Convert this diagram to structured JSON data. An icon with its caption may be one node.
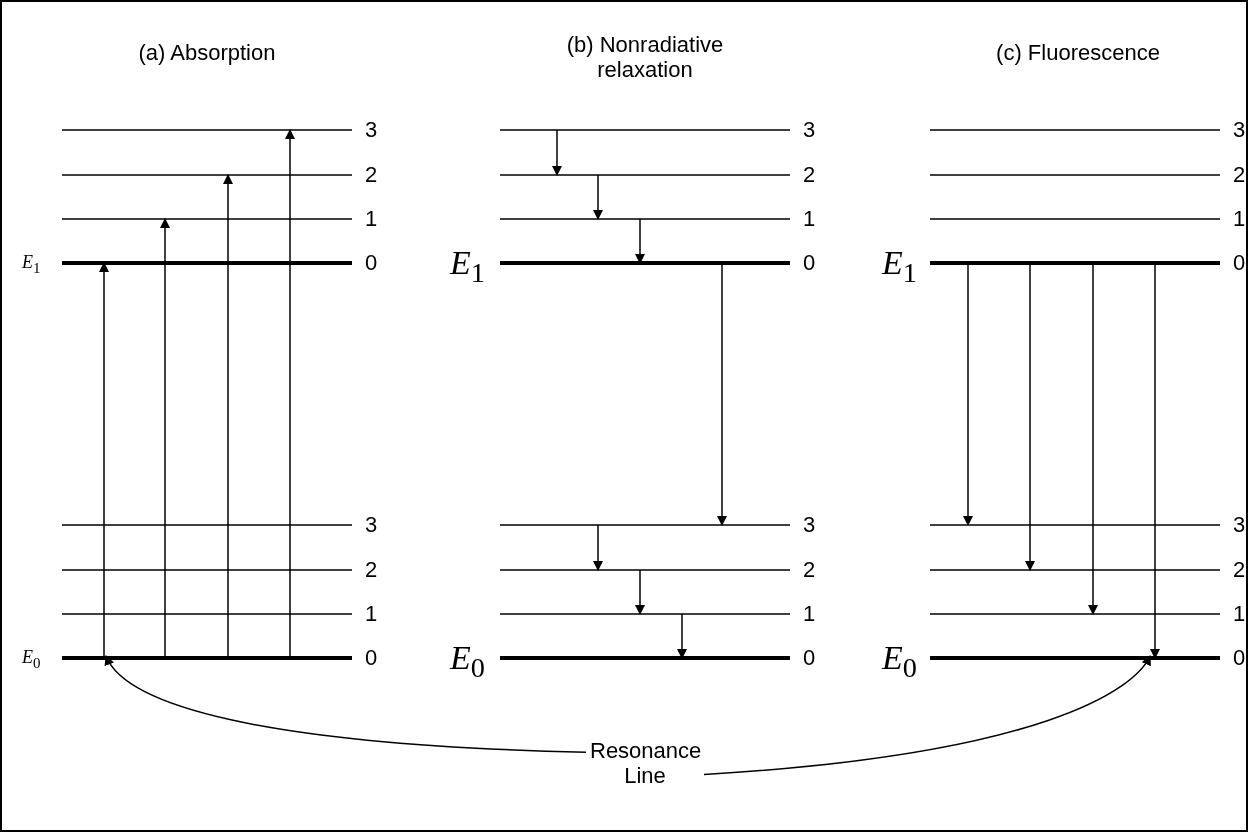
{
  "diagram": {
    "nodes": [
      {
        "text": [],
        "shape": "bar",
        "beside": [
          "3"
        ]
      },
      {
        "text": [],
        "shape": "bar",
        "beside": [
          "2"
        ]
      },
      {
        "text": [],
        "shape": "bar",
        "beside": [
          "1"
        ]
      },
      {
        "text": [],
        "shape": "bar",
        "beside": [
          "*E*$_{1}$",
          "0"
        ]
      },
      {
        "text": [],
        "shape": "bar",
        "beside": [
          "3"
        ]
      },
      {
        "text": [],
        "shape": "bar",
        "beside": [
          "2"
        ]
      },
      {
        "text": [],
        "shape": "bar",
        "beside": [
          "1"
        ]
      },
      {
        "text": [],
        "shape": "bar",
        "beside": [
          "*E*$_{0}$",
          "0"
        ]
      },
      {
        "text": [],
        "shape": "bar",
        "beside": [
          "3"
        ]
      },
      {
        "text": [],
        "shape": "bar",
        "beside": [
          "2"
        ]
      },
      {
        "text": [],
        "shape": "bar",
        "beside": [
          "1"
        ]
      },
      {
        "text": [],
        "shape": "bar",
        "beside": [
          "*E*$_{1}$",
          "0"
        ]
      },
      {
        "text": [],
        "shape": "bar",
        "beside": [
          "3"
        ]
      },
      {
        "text": [],
        "shape": "bar",
        "beside": [
          "2"
        ]
      },
      {
        "text": [],
        "shape": "bar",
        "beside": [
          "1"
        ]
      },
      {
        "text": [],
        "shape": "bar",
        "beside": [
          "*E*$_{0}$",
          "0"
        ]
      },
      {
        "text": [],
        "shape": "bar",
        "beside": [
          "3"
        ]
      },
      {
        "text": [],
        "shape": "bar",
        "beside": [
          "2"
        ]
      },
      {
        "text": [],
        "shape": "bar",
        "beside": [
          "1"
        ]
      },
      {
        "text": [],
        "shape": "bar",
        "beside": [
          "*E*$_{1}$",
          "0"
        ]
      },
      {
        "text": [],
        "shape": "bar",
        "beside": [
          "3"
        ]
      },
      {
        "text": [],
        "shape": "bar",
        "beside": [
          "2"
        ]
      },
      {
        "text": [],
        "shape": "bar",
        "beside": [
          "1"
        ]
      },
      {
        "text": [],
        "shape": "bar",
        "beside": [
          "*E*$_{0}$",
          "0"
        ]
      },
      {
        "text": [
          "Resonance Line"
        ]
      }
    ],
    "edges": [
      {
        "from": 7,
        "to": 3,
        "arrow": "to"
      },
      {
        "from": 7,
        "to": 2,
        "arrow": "to"
      },
      {
        "from": 7,
        "to": 1,
        "arrow": "to"
      },
      {
        "from": 7,
        "to": 0,
        "arrow": "to"
      },
      {
        "from": 8,
        "to": 9,
        "arrow": "to"
      },
      {
        "from": 9,
        "to": 10,
        "arrow": "to"
      },
      {
        "from": 10,
        "to": 11,
        "arrow": "to"
      },
      {
        "from": 11,
        "to": 12,
        "arrow": "to"
      },
      {
        "from": 12,
        "to": 13,
        "arrow": "to"
      },
      {
        "from": 13,
        "to": 14,
        "arrow": "to"
      },
      {
        "from": 14,
        "to": 15,
        "arrow": "to"
      },
      {
        "from": 19,
        "to": 20,
        "arrow": "to"
      },
      {
        "from": 19,
        "to": 21,
        "arrow": "to"
      },
      {
        "from": 19,
        "to": 22,
        "arrow": "to"
      },
      {
        "from": 19,
        "to": 23,
        "arrow": "to"
      },
      {
        "from": 24,
        "to": 7,
        "arrow": "to"
      },
      {
        "from": 24,
        "to": 23,
        "arrow": "to"
      }
    ],
    "labels": [
      "(a) Absorption",
      "(b) Nonradiative relaxation",
      "(c) Fluorescence"
    ]
  }
}
